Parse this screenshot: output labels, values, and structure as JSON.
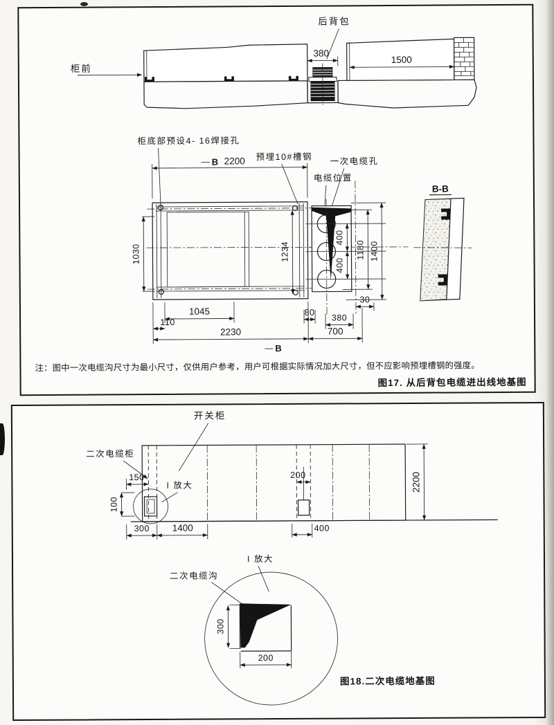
{
  "figure17": {
    "caption": "图17. 从后背包电缆进出线地基图",
    "note": "注：图中一次电缆沟尺寸为最小尺寸，仅供用户参考，用户可根据实际情况加大尺寸，但不应影响预埋槽钢的强度。",
    "section_view": {
      "label_rear_pack": "后背包",
      "label_cabinet_front": "柜前",
      "dim_trench_width": "380",
      "dim_wall_distance": "1500"
    },
    "plan_view": {
      "label_weld_holes": "柜底部预设4- 16焊接孔",
      "label_channel_steel": "预埋10#槽钢",
      "label_primary_cable_hole": "一次电缆孔",
      "label_cable_position": "电缆位置",
      "section_mark": "B",
      "dim_2200": "2200",
      "dim_1030": "1030",
      "dim_1234": "1234",
      "dim_400_top": "400",
      "dim_400_bottom": "400",
      "dim_1180": "1180",
      "dim_1400": "1400",
      "dim_30": "30",
      "dim_380": "380",
      "dim_1045": "1045",
      "dim_110": "110",
      "dim_80": "80",
      "dim_2230": "2230",
      "dim_700": "700"
    },
    "section_bb": {
      "title": "B-B"
    }
  },
  "figure18": {
    "caption": "图18.二次电缆地基图",
    "label_switchgear": "开关柜",
    "label_secondary_cable_cabinet": "二次电缆柜",
    "label_detail_ref": "I 放大",
    "dim_150": "150",
    "dim_100": "100",
    "dim_300": "300",
    "dim_1400": "1400",
    "dim_200": "200",
    "dim_400": "400",
    "dim_2200": "2200",
    "detail": {
      "title": "I 放大",
      "label_trench": "二次电缆沟",
      "dim_300": "300",
      "dim_200": "200"
    }
  }
}
